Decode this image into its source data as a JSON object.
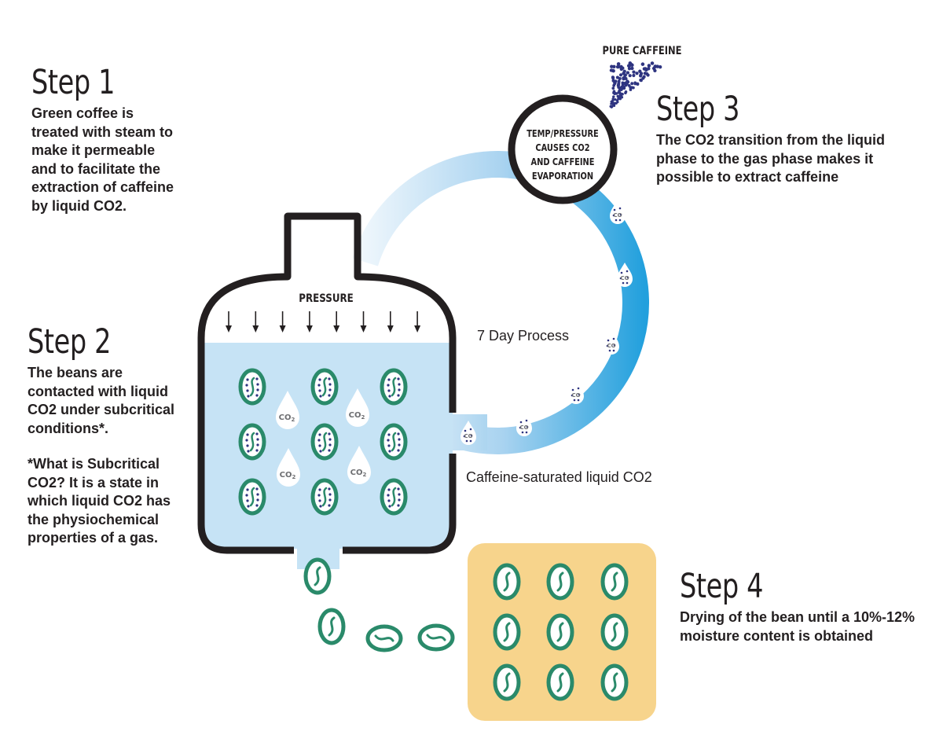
{
  "step1": {
    "title": "Step 1",
    "lines": [
      "Green coffee is",
      "treated with steam to",
      "make it permeable",
      "and to facilitate the",
      "extraction of caffeine",
      "by liquid CO2."
    ]
  },
  "step2": {
    "title": "Step 2",
    "lines": [
      "The beans are",
      "contacted with liquid",
      "CO2 under subcritical",
      "conditions*."
    ],
    "note_bold": [
      "*What is Subcritical",
      "CO2?"
    ],
    "note_rest_line2": " It is a state in",
    "note_lines": [
      "which liquid CO2 has",
      "the physiochemical",
      "properties of a gas."
    ]
  },
  "step3": {
    "title": "Step 3",
    "lines": [
      "The CO2 transition from the liquid",
      "phase to the gas phase makes it",
      "possible to extract caffeine"
    ]
  },
  "step4": {
    "title": "Step 4",
    "lines": [
      "Drying of the bean until a 10%-12%",
      "moisture content is obtained"
    ]
  },
  "labels": {
    "pure_caffeine": "PURE CAFFEINE",
    "evaporation": [
      "TEMP/PRESSURE",
      "CAUSES CO2",
      "AND CAFFEINE",
      "EVAPORATION"
    ],
    "pressure": "PRESSURE",
    "process": "7 Day Process",
    "saturated": "Caffeine-saturated liquid CO2",
    "co2": "CO",
    "co2_sub": "2"
  },
  "colors": {
    "bean_green": "#2a8a6a",
    "vessel_liquid": "#c6e3f5",
    "pipe_blue": "#2ba0dc",
    "dry_box": "#f7d48c",
    "caffeine_dots": "#2e3480",
    "outline": "#231f20"
  }
}
